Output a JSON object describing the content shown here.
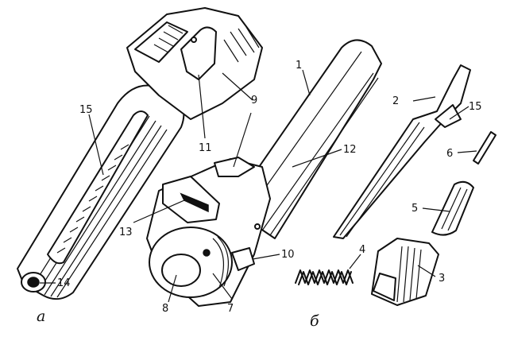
{
  "sublabels": {
    "a": "а",
    "b": "б"
  },
  "part_numbers": {
    "p1": "1",
    "p2": "2",
    "p3": "3",
    "p4": "4",
    "p5": "5",
    "p6": "6",
    "p7": "7",
    "p8": "8",
    "p9": "9",
    "p10": "10",
    "p11": "11",
    "p12": "12",
    "p13": "13",
    "p14": "14",
    "p15a": "15",
    "p15b": "15"
  }
}
